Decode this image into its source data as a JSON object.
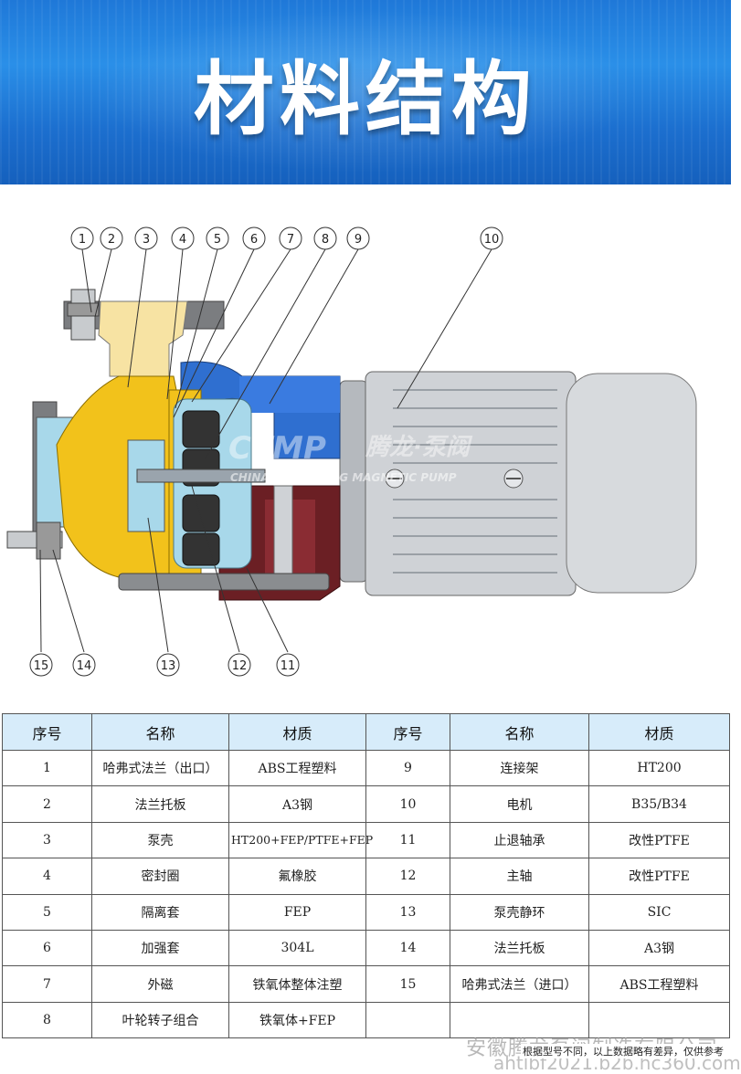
{
  "header": {
    "title": "材料结构"
  },
  "diagram": {
    "callouts": [
      "1",
      "2",
      "3",
      "4",
      "5",
      "6",
      "7",
      "8",
      "9",
      "10",
      "11",
      "12",
      "13",
      "14",
      "15"
    ],
    "watermark_brand": "CTMP",
    "watermark_cn": "腾龙·泵阀",
    "watermark_en": "CHINA · TENGLONG MAGNETIC PUMP",
    "colors": {
      "casing": "#f2c21b",
      "lining": "#a8d8ea",
      "bracket": "#2f6fd0",
      "motor": "#c9ccd0",
      "frame": "#6b1f24"
    }
  },
  "table": {
    "headers": [
      "序号",
      "名称",
      "材质",
      "序号",
      "名称",
      "材质"
    ],
    "rows": [
      [
        "1",
        "哈弗式法兰（出口）",
        "ABS工程塑料",
        "9",
        "连接架",
        "HT200"
      ],
      [
        "2",
        "法兰托板",
        "A3钢",
        "10",
        "电机",
        "B35/B34"
      ],
      [
        "3",
        "泵壳",
        "HT200+FEP/PTFE+FEP",
        "11",
        "止退轴承",
        "改性PTFE"
      ],
      [
        "4",
        "密封圈",
        "氟橡胶",
        "12",
        "主轴",
        "改性PTFE"
      ],
      [
        "5",
        "隔离套",
        "FEP",
        "13",
        "泵壳静环",
        "SIC"
      ],
      [
        "6",
        "加强套",
        "304L",
        "14",
        "法兰托板",
        "A3钢"
      ],
      [
        "7",
        "外磁",
        "铁氧体整体注塑",
        "15",
        "哈弗式法兰（进口）",
        "ABS工程塑料"
      ],
      [
        "8",
        "叶轮转子组合",
        "铁氧体+FEP",
        "",
        "",
        ""
      ]
    ]
  },
  "footnote": "根据型号不同，以上数据略有差异，仅供参考",
  "watermark": {
    "company": "安徽腾龙泵阀制造有限公司",
    "url": "ahtlbf2021.b2b.hc360.com"
  }
}
